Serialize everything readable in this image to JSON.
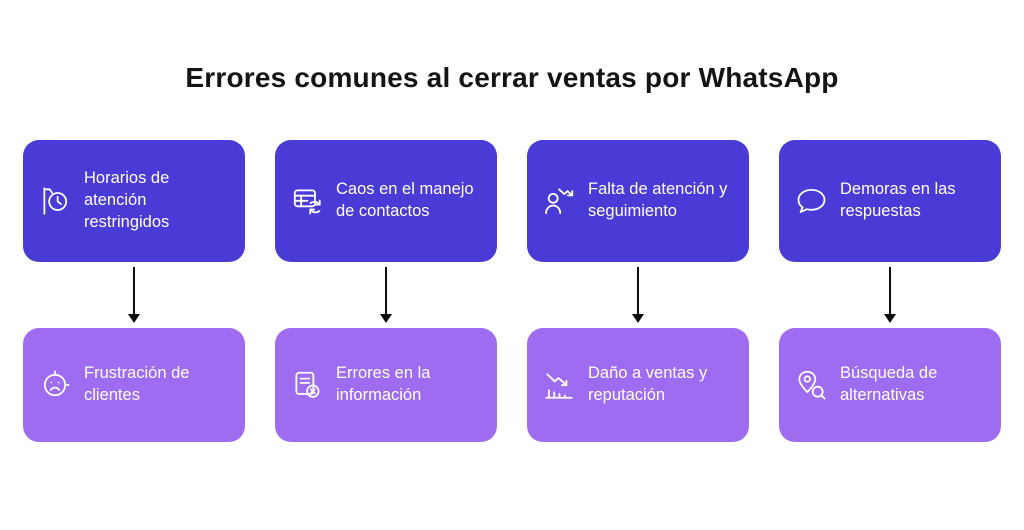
{
  "title": "Errores comunes al cerrar ventas por WhatsApp",
  "colors": {
    "top_card": "#4A3AD6",
    "bottom_card": "#9E6CF0",
    "arrow": "#0C0C0C",
    "background": "#FFFFFF",
    "title_text": "#141414",
    "card_text": "#FFFFFF"
  },
  "columns": [
    {
      "top": {
        "icon": "wall-clock-icon",
        "label": "Horarios de atención restringidos"
      },
      "bottom": {
        "icon": "sad-clock-icon",
        "label": "Frustración de clientes"
      }
    },
    {
      "top": {
        "icon": "contacts-table-sync-icon",
        "label": "Caos en el manejo de contactos"
      },
      "bottom": {
        "icon": "document-error-icon",
        "label": "Errores en la información"
      }
    },
    {
      "top": {
        "icon": "person-decline-icon",
        "label": "Falta de atención y seguimiento"
      },
      "bottom": {
        "icon": "declining-chart-icon",
        "label": "Daño a ventas y reputación"
      }
    },
    {
      "top": {
        "icon": "speech-bubble-icon",
        "label": "Demoras en las respuestas"
      },
      "bottom": {
        "icon": "location-search-icon",
        "label": "Búsqueda de alternativas"
      }
    }
  ]
}
